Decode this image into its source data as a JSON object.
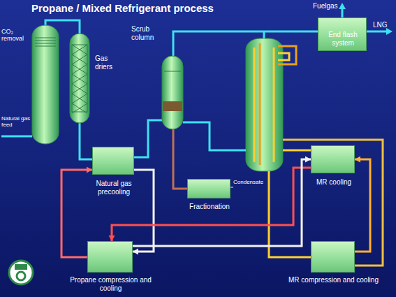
{
  "diagram": {
    "title": "Propane / Mixed Refrigerant process",
    "nodes": [
      {
        "text": [
          "CO₂ removal"
        ]
      },
      {
        "text": [
          "Gas driers"
        ]
      },
      {
        "text": [
          "Natural gas precooling"
        ]
      },
      {
        "text": [
          "Scrub column"
        ]
      },
      {
        "text": [
          "Fractionation"
        ]
      },
      {
        "text": [
          "End flash system"
        ]
      },
      {
        "text": [
          "MR cooling"
        ]
      },
      {
        "text": [
          "Propane compression and cooling"
        ]
      },
      {
        "text": [
          "MR compression and cooling"
        ]
      }
    ],
    "edges": [
      {
        "from": 0,
        "to": 1,
        "arrow": "none"
      },
      {
        "from": 1,
        "to": 2,
        "arrow": "none"
      },
      {
        "from": 2,
        "to": 3,
        "arrow": "none"
      },
      {
        "from": 3,
        "to": 4,
        "arrow": "none"
      },
      {
        "from": 3,
        "to": 5,
        "arrow": "none"
      },
      {
        "from": 7,
        "to": 2,
        "arrow": "to"
      },
      {
        "from": 2,
        "to": 7,
        "arrow": "to"
      },
      {
        "from": 6,
        "to": 7,
        "arrow": "to"
      },
      {
        "from": 7,
        "to": 6,
        "arrow": "to"
      },
      {
        "from": 8,
        "to": 6,
        "arrow": "to"
      }
    ],
    "labels": [
      "Natural gas feed",
      "Fuelgas",
      "LNG",
      "Condensate"
    ]
  }
}
